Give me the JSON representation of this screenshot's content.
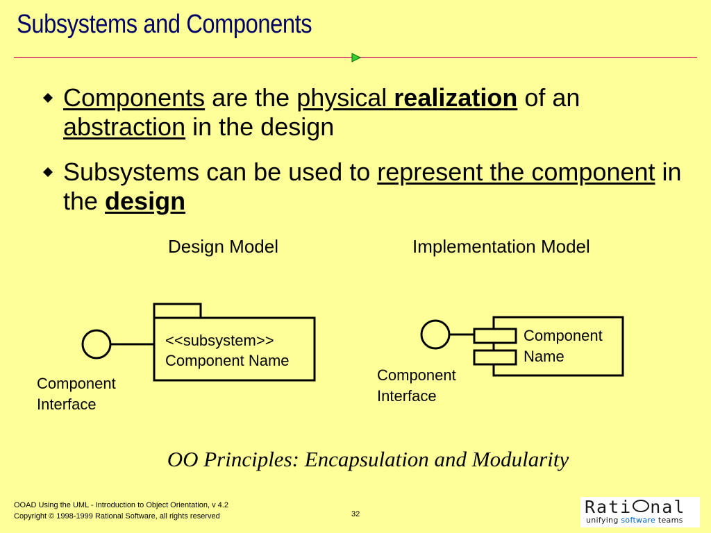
{
  "slide": {
    "title": "Subsystems and Components",
    "colors": {
      "background": "#FFFF99",
      "title": "#000066",
      "rule": "#CC0066",
      "marker": "#33CC33"
    }
  },
  "bullets": [
    {
      "parts": [
        {
          "text": "Components",
          "underline": true
        },
        {
          "text": " are the "
        },
        {
          "text": "physical ",
          "underline": true
        },
        {
          "text": "realization",
          "underline": true,
          "bold": true
        },
        {
          "text": " of an "
        },
        {
          "text": "abstraction",
          "underline": true
        },
        {
          "text": " in the design"
        }
      ]
    },
    {
      "parts": [
        {
          "text": "Subsystems can be used to "
        },
        {
          "text": "represent the component",
          "underline": true
        },
        {
          "text": " in the "
        },
        {
          "text": "design",
          "underline": true,
          "bold": true
        }
      ]
    }
  ],
  "models": {
    "design_label": "Design Model",
    "implementation_label": "Implementation Model"
  },
  "design_diagram": {
    "stereotype": "<<subsystem>>",
    "name": "Component Name",
    "interface_label_line1": "Component",
    "interface_label_line2": "Interface"
  },
  "implementation_diagram": {
    "name_line1": "Component",
    "name_line2": "Name",
    "interface_label_line1": "Component",
    "interface_label_line2": "Interface"
  },
  "caption": "OO Principles: Encapsulation and Modularity",
  "footer": {
    "course": "OOAD Using the UML - Introduction to Object Orientation, v 4.2",
    "copyright": "Copyright © 1998-1999 Rational Software, all rights reserved",
    "page_number": "32"
  },
  "logo": {
    "word_pre": "Rati",
    "word_post": "nal",
    "tagline_pre": "unifying ",
    "tagline_emph": "software",
    "tagline_post": " teams"
  }
}
